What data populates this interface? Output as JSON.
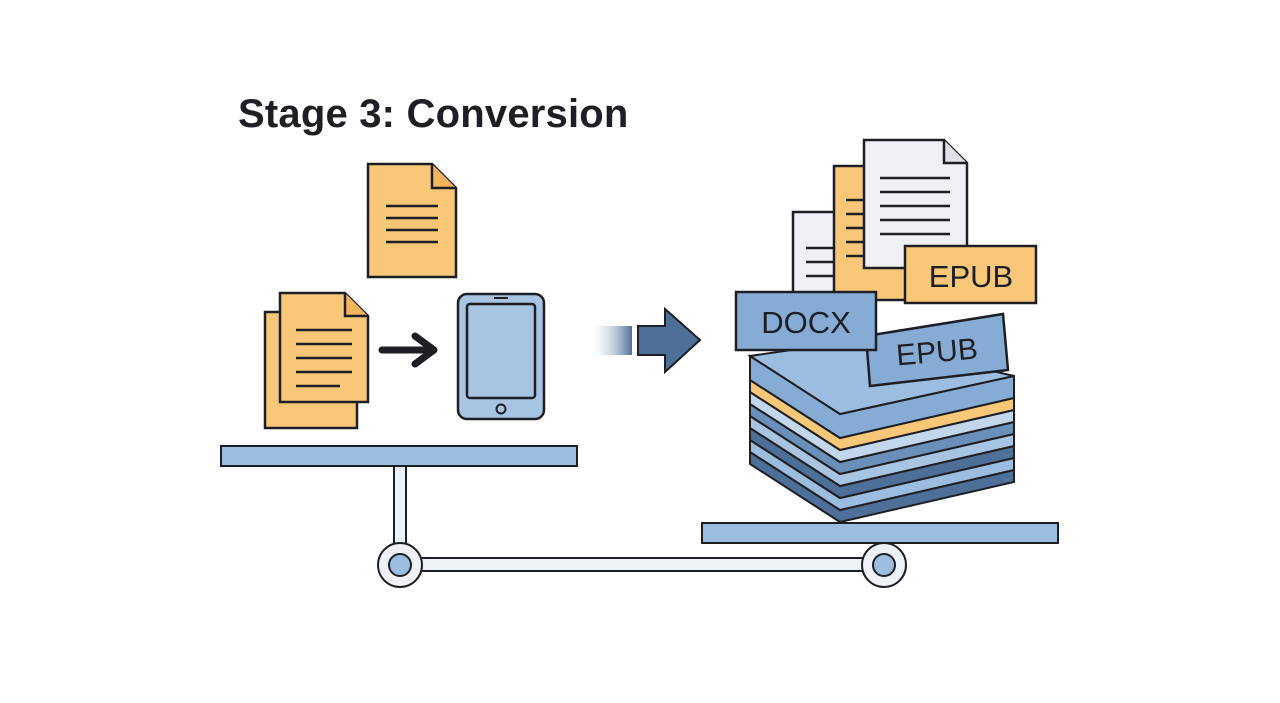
{
  "title": "Stage 3: Conversion",
  "labels": {
    "docx": "DOCX",
    "epub_front": "EPUB",
    "epub_back": "EPUB"
  },
  "colors": {
    "ink": "#1d1f24",
    "document_yellow": "#f8c878",
    "document_gray": "#eef0f3",
    "tablet_blue": "#a7c4e2",
    "conveyor_blue": "#9cbde0",
    "label_blue": "#86acd6",
    "label_yellow": "#f8c878",
    "arrow_blue": "#4d6f98"
  },
  "icons": [
    "document-icon",
    "document-stack-icon",
    "right-arrow-icon",
    "tablet-icon",
    "forward-arrow-icon",
    "file-pile-icon"
  ]
}
